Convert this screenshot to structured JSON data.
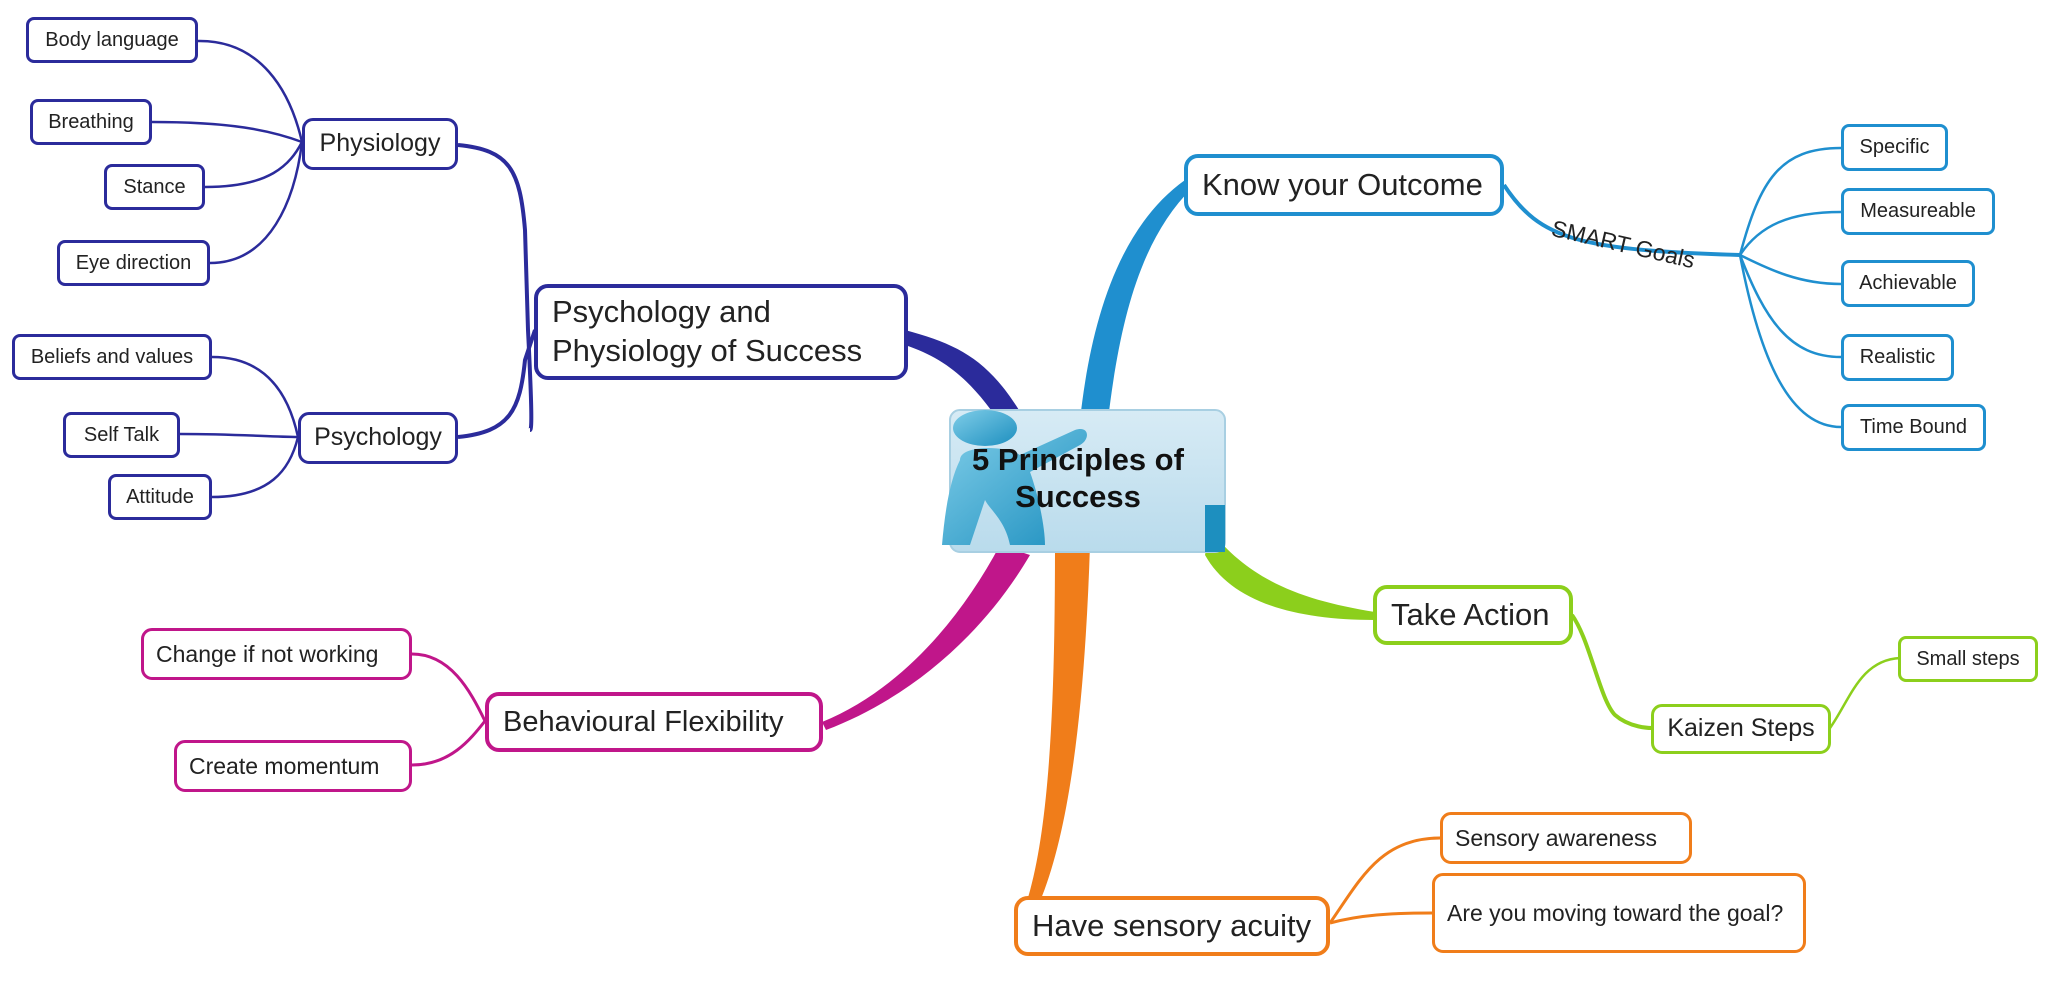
{
  "center": {
    "title": "5 Principles of Success"
  },
  "colors": {
    "purple": "#2b2b9b",
    "blue": "#1f8fcf",
    "green": "#8ccf1c",
    "orange": "#f07d1a",
    "magenta": "#c0168a"
  },
  "branches": {
    "psychology_physiology": {
      "label": "Psychology and Physiology of Success",
      "physiology": {
        "label": "Physiology",
        "items": [
          "Body language",
          "Breathing",
          "Stance",
          "Eye direction"
        ]
      },
      "psychology": {
        "label": "Psychology",
        "items": [
          "Beliefs and values",
          "Self Talk",
          "Attitude"
        ]
      }
    },
    "outcome": {
      "label": "Know your Outcome",
      "connector_label": "SMART Goals",
      "items": [
        "Specific",
        "Measureable",
        "Achievable",
        "Realistic",
        "Time Bound"
      ]
    },
    "action": {
      "label": "Take Action",
      "kaizen": {
        "label": "Kaizen Steps",
        "items": [
          "Small steps"
        ]
      }
    },
    "sensory": {
      "label": "Have sensory acuity",
      "items": [
        "Sensory awareness",
        "Are you moving toward the goal?"
      ]
    },
    "flexibility": {
      "label": "Behavioural Flexibility",
      "items": [
        "Change if not working",
        "Create momentum"
      ]
    }
  }
}
